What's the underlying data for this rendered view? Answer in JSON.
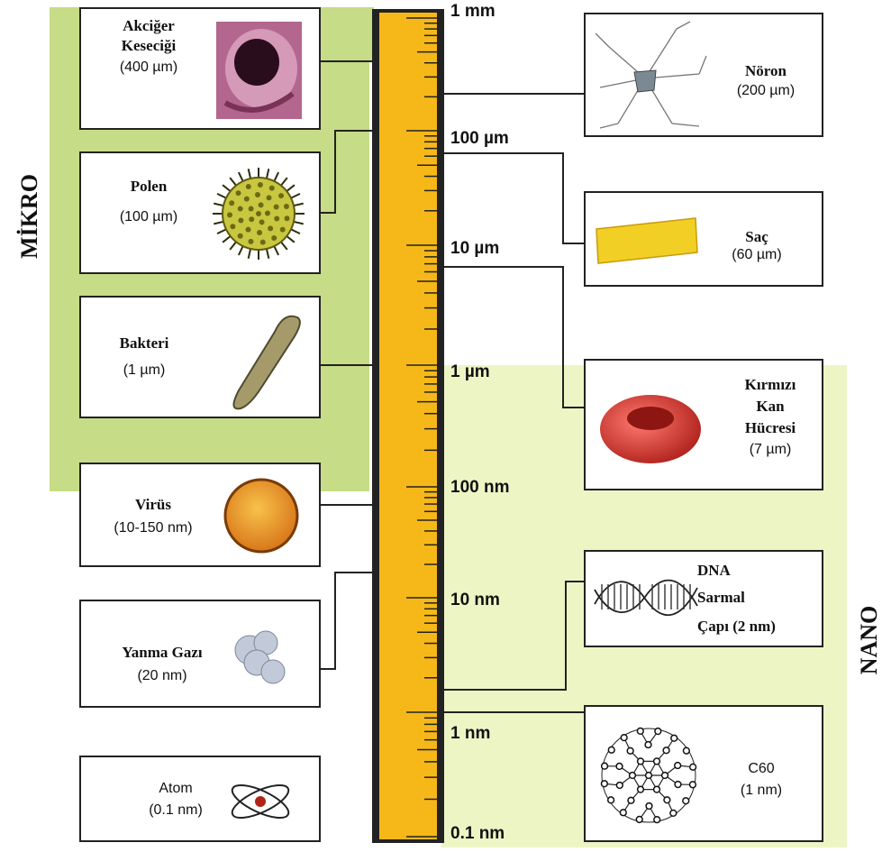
{
  "side_labels": {
    "micro": "MİKRO",
    "nano": "NANO"
  },
  "scale": {
    "mm1": "1 mm",
    "um100": "100 µm",
    "um10": "10  µm",
    "um1": "1 µm",
    "nm100": "100 nm",
    "nm10": "10 nm",
    "nm1": "1 nm",
    "nm01": "0.1 nm"
  },
  "items": {
    "akciger": {
      "name_line1": "Akciğer",
      "name_line2": "Keseciği",
      "size": "(400 µm)"
    },
    "polen": {
      "name": "Polen",
      "size": "(100 µm)"
    },
    "bakteri": {
      "name": "Bakteri",
      "size": "(1 µm)"
    },
    "virus": {
      "name": "Virüs",
      "size": "(10-150 nm)"
    },
    "yanma": {
      "name": "Yanma Gazı",
      "size": "(20 nm)"
    },
    "atom": {
      "name": "Atom",
      "size": "(0.1 nm)"
    },
    "noron": {
      "name": "Nöron",
      "size": "(200 µm)"
    },
    "sac": {
      "name": "Saç",
      "size": "(60 µm)"
    },
    "kan": {
      "name_line1": "Kırmızı",
      "name_line2": "Kan",
      "name_line3": "Hücresi",
      "size": "(7 µm)"
    },
    "dna": {
      "name_line1": "DNA",
      "name_line2": "Sarmal",
      "name_line3": "Çapı (2 nm)"
    },
    "c60": {
      "name": "C60",
      "size": "(1 nm)"
    }
  },
  "colors": {
    "micro_bg": "#c6dc86",
    "nano_bg": "#eef5c5",
    "ruler": "#f6b819"
  }
}
